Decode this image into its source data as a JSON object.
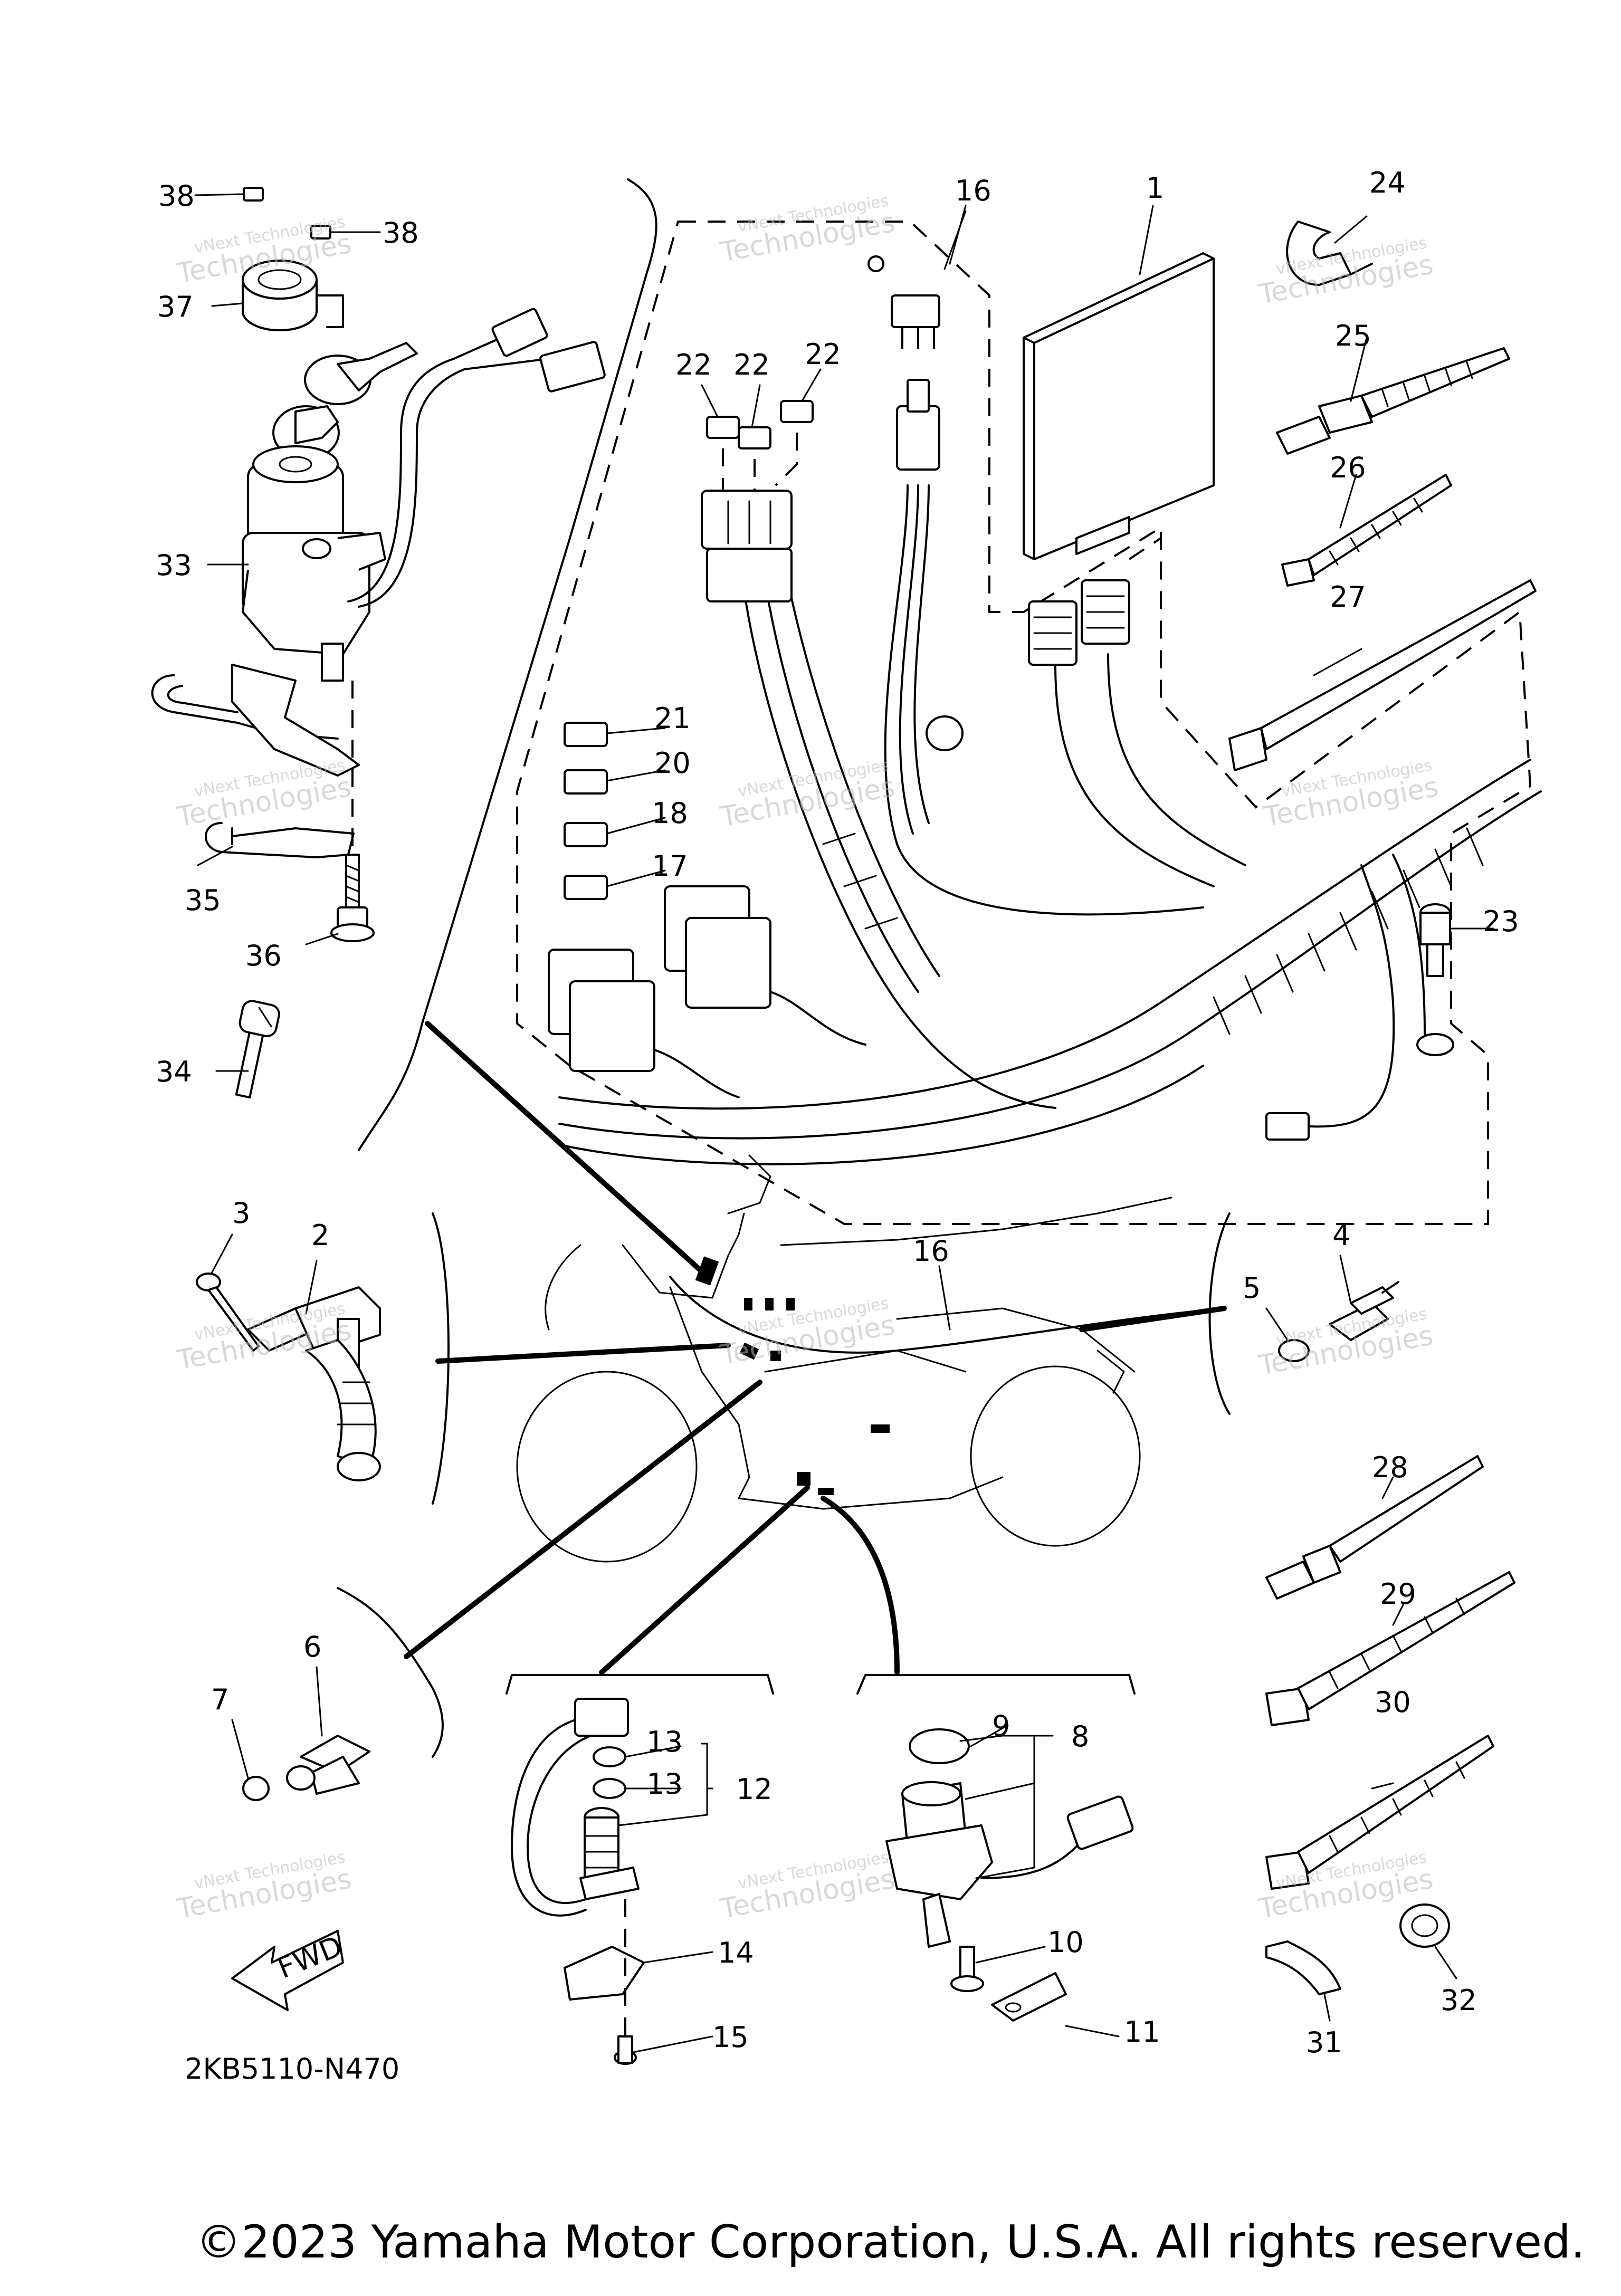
{
  "diagram": {
    "drawing_code": "2KB5110-N470",
    "watermark_line1": "vNext Technologies",
    "watermark_line2": "Technologies",
    "arrow_label": "FWD",
    "callouts": [
      {
        "id": "c1",
        "label": "1"
      },
      {
        "id": "c2",
        "label": "2"
      },
      {
        "id": "c3",
        "label": "3"
      },
      {
        "id": "c4",
        "label": "4"
      },
      {
        "id": "c5",
        "label": "5"
      },
      {
        "id": "c6",
        "label": "6"
      },
      {
        "id": "c7",
        "label": "7"
      },
      {
        "id": "c8",
        "label": "8"
      },
      {
        "id": "c9",
        "label": "9"
      },
      {
        "id": "c10",
        "label": "10"
      },
      {
        "id": "c11",
        "label": "11"
      },
      {
        "id": "c12",
        "label": "12"
      },
      {
        "id": "c13a",
        "label": "13"
      },
      {
        "id": "c13b",
        "label": "13"
      },
      {
        "id": "c14",
        "label": "14"
      },
      {
        "id": "c15",
        "label": "15"
      },
      {
        "id": "c16a",
        "label": "16"
      },
      {
        "id": "c16b",
        "label": "16"
      },
      {
        "id": "c17",
        "label": "17"
      },
      {
        "id": "c18",
        "label": "18"
      },
      {
        "id": "c20",
        "label": "20"
      },
      {
        "id": "c21",
        "label": "21"
      },
      {
        "id": "c22a",
        "label": "22"
      },
      {
        "id": "c22b",
        "label": "22"
      },
      {
        "id": "c22c",
        "label": "22"
      },
      {
        "id": "c23",
        "label": "23"
      },
      {
        "id": "c24",
        "label": "24"
      },
      {
        "id": "c25",
        "label": "25"
      },
      {
        "id": "c26",
        "label": "26"
      },
      {
        "id": "c27",
        "label": "27"
      },
      {
        "id": "c28",
        "label": "28"
      },
      {
        "id": "c29",
        "label": "29"
      },
      {
        "id": "c30",
        "label": "30"
      },
      {
        "id": "c31",
        "label": "31"
      },
      {
        "id": "c32",
        "label": "32"
      },
      {
        "id": "c33",
        "label": "33"
      },
      {
        "id": "c34",
        "label": "34"
      },
      {
        "id": "c35",
        "label": "35"
      },
      {
        "id": "c36",
        "label": "36"
      },
      {
        "id": "c37",
        "label": "37"
      },
      {
        "id": "c38a",
        "label": "38"
      },
      {
        "id": "c38b",
        "label": "38"
      }
    ]
  },
  "footer": {
    "copyright": "©2023 Yamaha Motor Corporation, U.S.A. All rights reserved."
  }
}
